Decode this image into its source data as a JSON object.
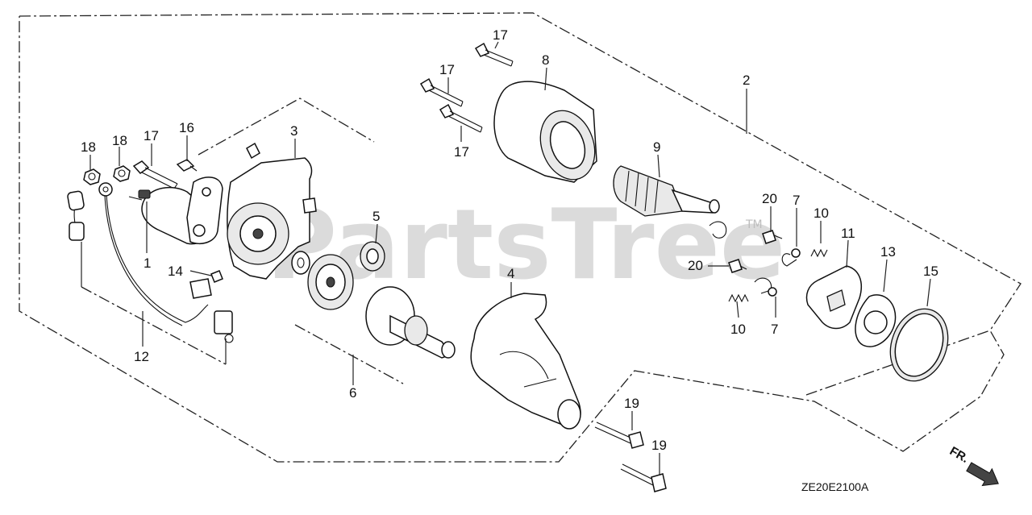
{
  "diagram": {
    "drawing_code": "ZE20E2100A",
    "direction_marker": "FR.",
    "watermark": "PartsTree",
    "watermark_tm": "TM"
  },
  "callouts": [
    {
      "id": "c1",
      "text": "1"
    },
    {
      "id": "c2",
      "text": "2"
    },
    {
      "id": "c3",
      "text": "3"
    },
    {
      "id": "c4",
      "text": "4"
    },
    {
      "id": "c5",
      "text": "5"
    },
    {
      "id": "c6",
      "text": "6"
    },
    {
      "id": "c7a",
      "text": "7"
    },
    {
      "id": "c7b",
      "text": "7"
    },
    {
      "id": "c8",
      "text": "8"
    },
    {
      "id": "c9",
      "text": "9"
    },
    {
      "id": "c10a",
      "text": "10"
    },
    {
      "id": "c10b",
      "text": "10"
    },
    {
      "id": "c11",
      "text": "11"
    },
    {
      "id": "c12",
      "text": "12"
    },
    {
      "id": "c13",
      "text": "13"
    },
    {
      "id": "c14",
      "text": "14"
    },
    {
      "id": "c15",
      "text": "15"
    },
    {
      "id": "c16",
      "text": "16"
    },
    {
      "id": "c17a",
      "text": "17"
    },
    {
      "id": "c17b",
      "text": "17"
    },
    {
      "id": "c17c",
      "text": "17"
    },
    {
      "id": "c17d",
      "text": "17"
    },
    {
      "id": "c18a",
      "text": "18"
    },
    {
      "id": "c18b",
      "text": "18"
    },
    {
      "id": "c19a",
      "text": "19"
    },
    {
      "id": "c19b",
      "text": "19"
    },
    {
      "id": "c20a",
      "text": "20"
    },
    {
      "id": "c20b",
      "text": "20"
    }
  ]
}
